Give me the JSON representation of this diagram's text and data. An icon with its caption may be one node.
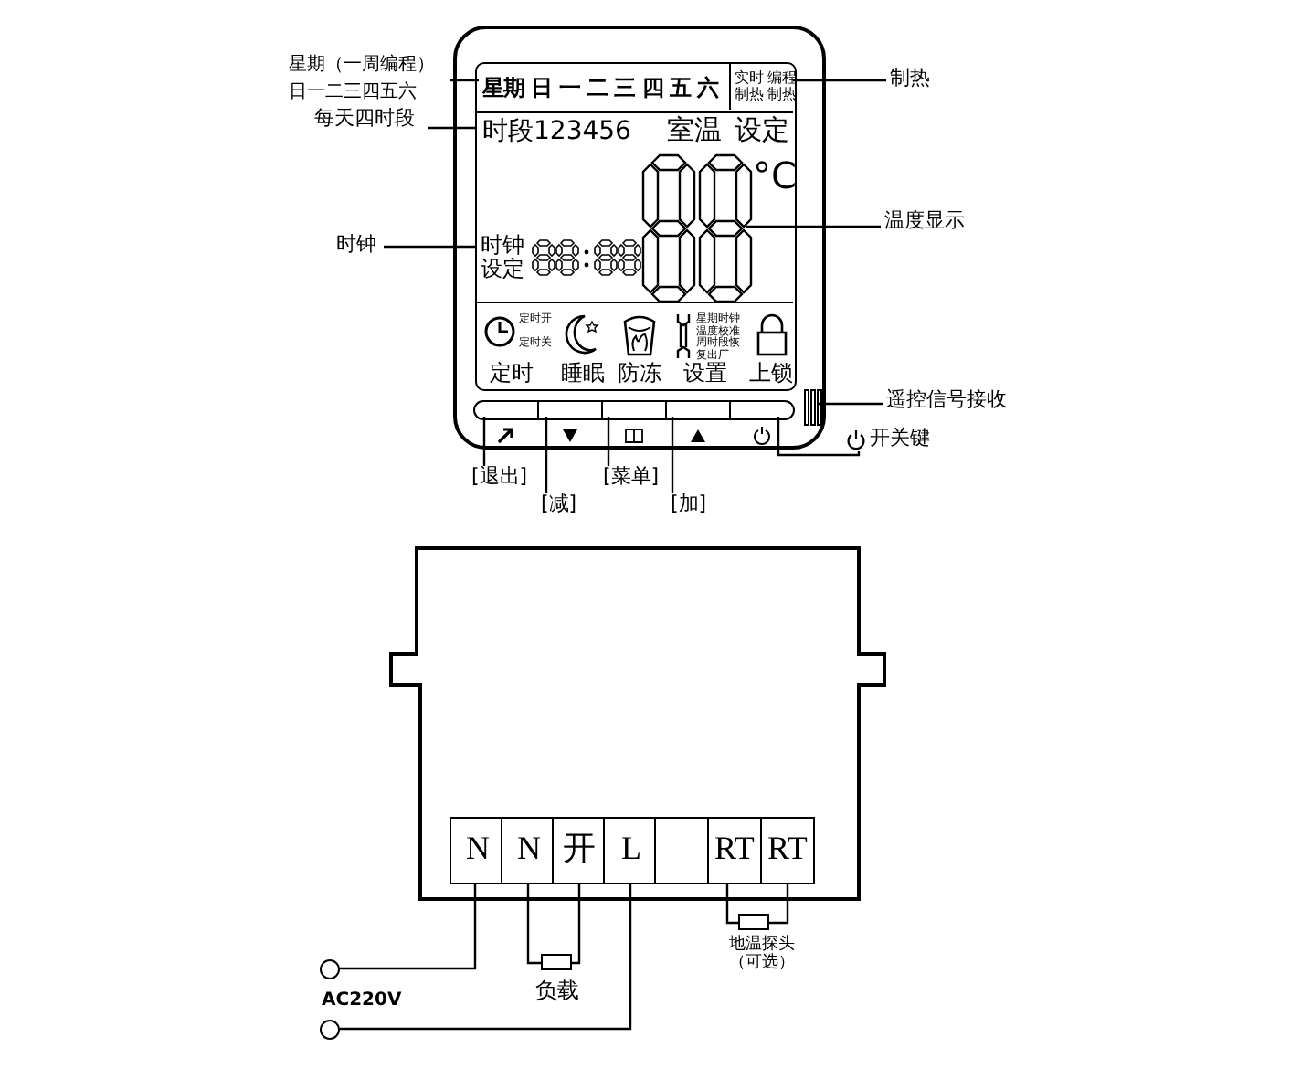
{
  "diagram": {
    "nodes": [
      {
        "text": [],
        "shape": "box"
      },
      {
        "text": [],
        "shape": "box",
        "in": 0
      },
      {
        "text": [
          "星期 日 一 二 三 四 五 六"
        ],
        "in": 1
      },
      {
        "text": [
          "实时制热",
          "编程制热"
        ],
        "in": 1
      },
      {
        "text": [
          "时段123456"
        ],
        "in": 1
      },
      {
        "text": [
          "室温"
        ],
        "in": 1
      },
      {
        "text": [
          "设定"
        ],
        "in": 1
      },
      {
        "text": [],
        "shape": "picture",
        "in": 1,
        "beside": [
          "°C"
        ]
      },
      {
        "text": [
          "时钟设定"
        ],
        "in": 1
      },
      {
        "text": [
          "定时开",
          "定时关",
          "定时"
        ],
        "in": 1
      },
      {
        "text": [
          "睡眠"
        ],
        "in": 1
      },
      {
        "text": [
          "防冻"
        ],
        "in": 1
      },
      {
        "text": [
          "星期时钟温度校准周时段恢复出厂",
          "设置"
        ],
        "in": 1
      },
      {
        "text": [
          "上锁"
        ],
        "in": 1
      },
      {
        "text": [],
        "shape": "box",
        "in": 0
      },
      {
        "text": [],
        "shape": "box",
        "in": 0
      },
      {
        "text": [],
        "shape": "box",
        "in": 0
      },
      {
        "text": [],
        "shape": "box",
        "in": 0
      },
      {
        "text": [],
        "shape": "box",
        "in": 0
      },
      {
        "text": [],
        "shape": "bar",
        "in": 0
      },
      {
        "text": [
          "星期（一周编程）",
          "日一二三四五六"
        ]
      },
      {
        "text": [
          "每天四时段"
        ]
      },
      {
        "text": [
          "时钟"
        ]
      },
      {
        "text": [
          "制热"
        ]
      },
      {
        "text": [
          "温度显示"
        ]
      },
      {
        "text": [
          "遥控信号接收"
        ]
      },
      {
        "text": [
          "开关键"
        ]
      },
      {
        "text": [
          "[退出]"
        ]
      },
      {
        "text": [
          "[减]"
        ]
      },
      {
        "text": [
          "[菜单]"
        ]
      },
      {
        "text": [
          "[加]"
        ]
      },
      {
        "text": [],
        "shape": "box"
      },
      {
        "text": [
          "N"
        ],
        "in": 31
      },
      {
        "text": [
          "N"
        ],
        "in": 31
      },
      {
        "text": [
          "开"
        ],
        "in": 31
      },
      {
        "text": [
          "L"
        ],
        "in": 31
      },
      {
        "text": [],
        "shape": "box",
        "in": 31
      },
      {
        "text": [
          "RT"
        ],
        "in": 31
      },
      {
        "text": [
          "RT"
        ],
        "in": 31
      },
      {
        "text": [],
        "shape": "box",
        "beside": [
          "负载"
        ]
      },
      {
        "text": [],
        "shape": "box",
        "beside": [
          "地温探头（可选）"
        ]
      },
      {
        "text": [],
        "shape": "circle"
      },
      {
        "text": [],
        "shape": "circle"
      }
    ],
    "edges": [
      {
        "from": 20,
        "to": 2,
        "arrow": "none"
      },
      {
        "from": 21,
        "to": 4,
        "arrow": "none"
      },
      {
        "from": 22,
        "to": 8,
        "arrow": "none"
      },
      {
        "from": 23,
        "to": 3,
        "arrow": "none"
      },
      {
        "from": 24,
        "to": 7,
        "arrow": "none"
      },
      {
        "from": 25,
        "to": 19,
        "arrow": "none"
      },
      {
        "from": 26,
        "to": 18,
        "arrow": "none"
      },
      {
        "from": 27,
        "to": 14,
        "arrow": "none"
      },
      {
        "from": 28,
        "to": 15,
        "arrow": "none"
      },
      {
        "from": 29,
        "to": 16,
        "arrow": "none"
      },
      {
        "from": 30,
        "to": 17,
        "arrow": "none"
      },
      {
        "from": 32,
        "to": 41,
        "arrow": "none"
      },
      {
        "from": 33,
        "to": 39,
        "arrow": "none"
      },
      {
        "from": 34,
        "to": 39,
        "arrow": "none"
      },
      {
        "from": 35,
        "to": 42,
        "arrow": "none"
      },
      {
        "from": 37,
        "to": 40,
        "arrow": "none"
      },
      {
        "from": 38,
        "to": 40,
        "arrow": "none"
      }
    ],
    "labels": [
      "AC220V"
    ]
  }
}
